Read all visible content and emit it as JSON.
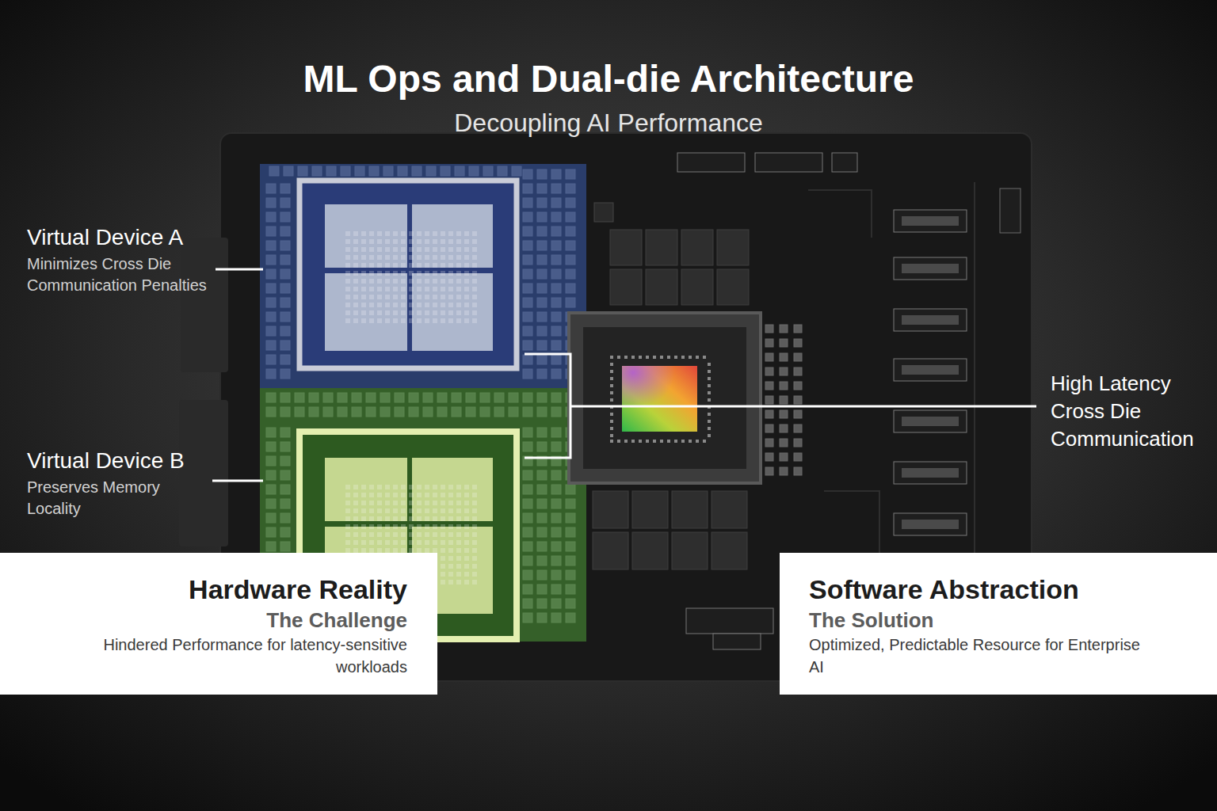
{
  "diagram": {
    "title": "ML Ops and Dual-die Architecture",
    "nodes": [
      {
        "text": [
          "Hardware Reality",
          "The Challenge",
          "Hindered Performance for latency-sensitive workloads"
        ]
      },
      {
        "text": [
          "Software Abstraction",
          "The Solution",
          "Optimized, Predictable Resource for Enterprise AI"
        ]
      }
    ],
    "labels": [
      "Decoupling AI Performance",
      "Virtual Device A",
      "Minimizes Cross Die Communication Penalties",
      "Virtual Device B",
      "Preserves Memory Locality",
      "High Latency Cross Die Communication"
    ]
  }
}
